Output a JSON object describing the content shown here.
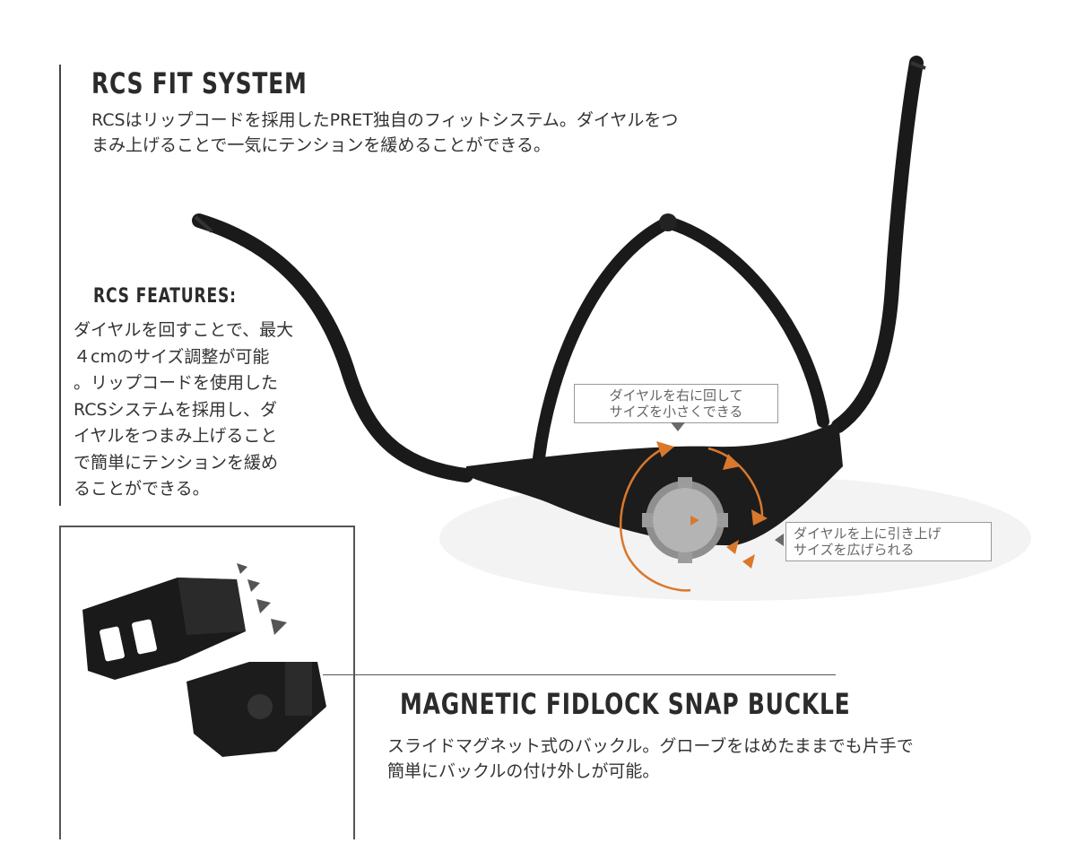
{
  "rcs_fit_system": {
    "title": "RCS FIT SYSTEM",
    "line1": "RCSはリップコードを採用したPRET独自のフィットシステム。ダイヤルをつ",
    "line2": "まみ上げることで一気にテンションを緩めることができる。"
  },
  "rcs_features": {
    "title": "RCS FEATURES:",
    "lines": [
      "ダイヤルを回すことで、最大",
      "４cmのサイズ調整が可能",
      "。リップコードを使用した",
      "RCSシステムを採用し、ダ",
      "イヤルをつまみ上げること",
      "で簡単にテンションを緩め",
      "ることができる。"
    ]
  },
  "callout_turn": {
    "line1": "ダイヤルを右に回して",
    "line2": "サイズを小さくできる"
  },
  "callout_pull": {
    "line1": "ダイヤルを上に引き上げ",
    "line2": "サイズを広げられる"
  },
  "buckle": {
    "title": "MAGNETIC FIDLOCK SNAP BUCKLE",
    "line1": "スライドマグネット式のバックル。グローブをはめたままでも片手で",
    "line2": "簡単にバックルの付け外しが可能。"
  },
  "colors": {
    "accent": "#d9782d",
    "strap": "#1a1a1a",
    "dial": "#a8a8a8"
  }
}
